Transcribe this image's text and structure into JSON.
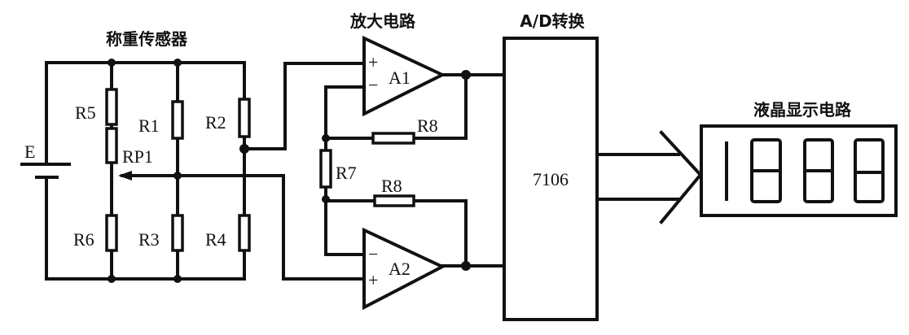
{
  "titles": {
    "sensor": "称重传感器",
    "amplifier": "放大电路",
    "adc": "A/D转换",
    "lcd": "液晶显示电路"
  },
  "components": {
    "battery": "E",
    "r1": "R1",
    "r2": "R2",
    "r3": "R3",
    "r4": "R4",
    "r5": "R5",
    "r6": "R6",
    "rp1": "RP1",
    "r7": "R7",
    "r8_top": "R8",
    "r8_bottom": "R8",
    "a1": "A1",
    "a2": "A2",
    "plus": "+",
    "minus": "−",
    "chip": "7106"
  },
  "display_value": "1888"
}
